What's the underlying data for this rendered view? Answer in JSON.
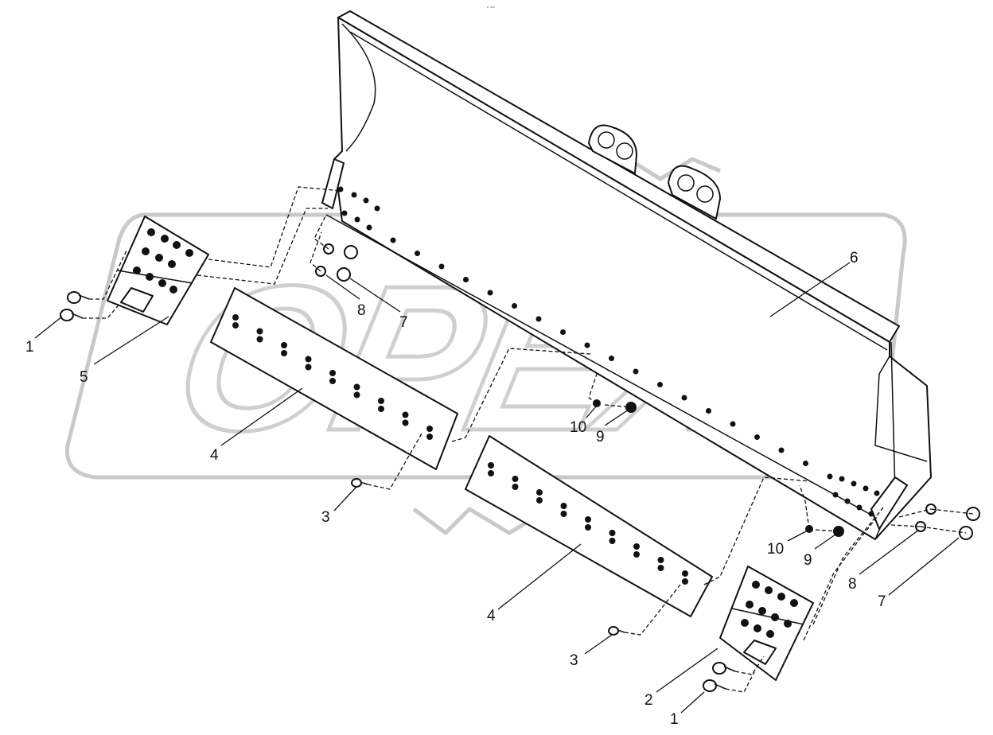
{
  "header_mark": "ᴮ ⁰⁰⁰",
  "watermark": {
    "text": "OPEX"
  },
  "callouts": [
    {
      "label": "1"
    },
    {
      "label": "5"
    },
    {
      "label": "8"
    },
    {
      "label": "7"
    },
    {
      "label": "6"
    },
    {
      "label": "4"
    },
    {
      "label": "3"
    },
    {
      "label": "10"
    },
    {
      "label": "9"
    },
    {
      "label": "4"
    },
    {
      "label": "3"
    },
    {
      "label": "10"
    },
    {
      "label": "9"
    },
    {
      "label": "8"
    },
    {
      "label": "7"
    },
    {
      "label": "2"
    },
    {
      "label": "1"
    }
  ]
}
